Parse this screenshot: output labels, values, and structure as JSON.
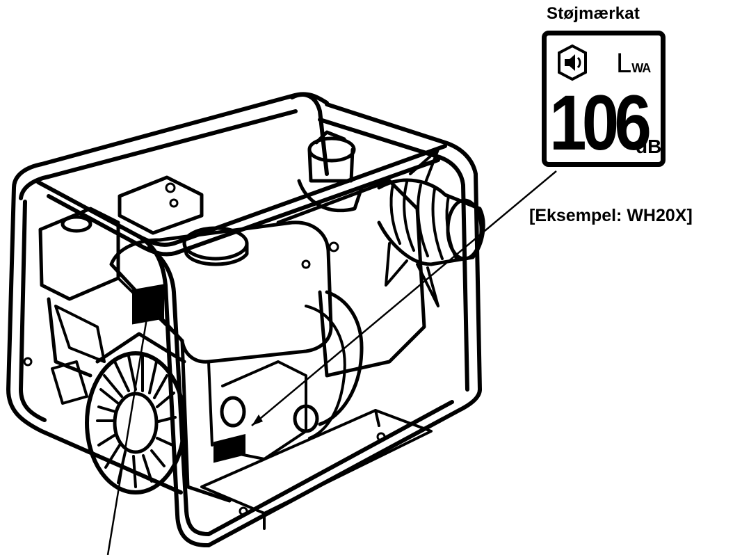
{
  "label_title": "Støjmærkat",
  "example_label": "[Eksempel: WH20X]",
  "noise_label": {
    "symbol": "L",
    "symbol_subscript": "WA",
    "value": "106",
    "unit": "dB",
    "icon": "speaker-icon"
  },
  "illustration": {
    "subject": "water-pump-in-frame",
    "colors": {
      "line": "#000000",
      "background": "#ffffff"
    }
  }
}
